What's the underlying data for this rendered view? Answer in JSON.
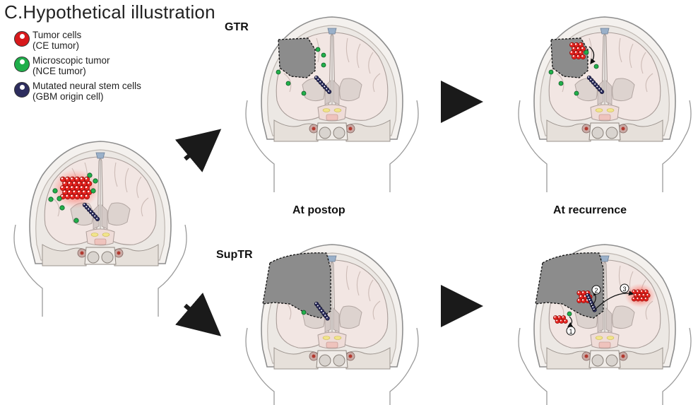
{
  "title": "C.Hypothetical illustration",
  "legend": {
    "items": [
      {
        "line1": "Tumor cells",
        "line2": "(CE tumor)",
        "color": "#d7191c"
      },
      {
        "line1": "Microscopic tumor",
        "line2": "(NCE tumor)",
        "color": "#1fae4a"
      },
      {
        "line1": "Mutated neural stem cells",
        "line2": "(GBM origin cell)",
        "color": "#2d2d5e"
      }
    ]
  },
  "labels": {
    "gtr": "GTR",
    "suptr": "SupTR",
    "at_postop": "At postop",
    "at_recurrence": "At recurrence"
  },
  "step_numbers": {
    "one": "1",
    "two": "2",
    "three": "3"
  },
  "colors": {
    "tumor": "#e8231f",
    "nce": "#22b04b",
    "stem": "#2e2f63",
    "resection": "#8c8c8c",
    "brain": "#f2e6e3",
    "arrow": "#1a1a1a"
  }
}
